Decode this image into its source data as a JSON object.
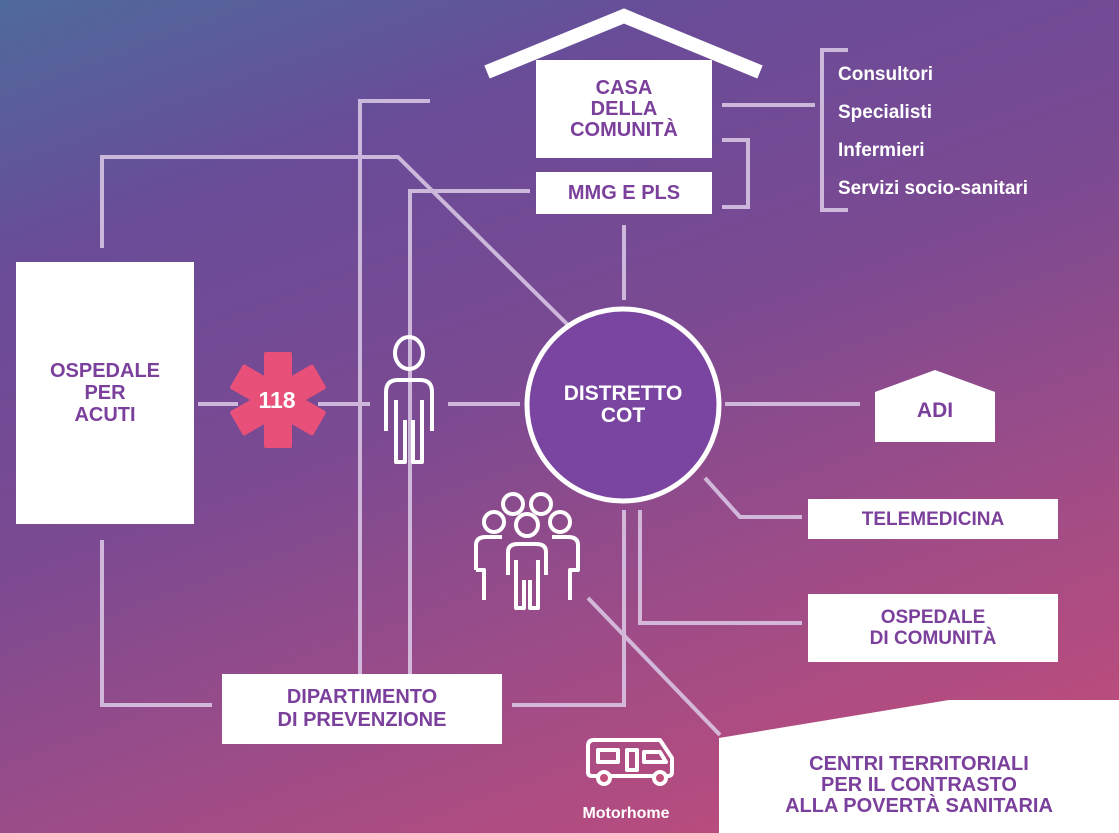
{
  "casa": {
    "line1": "CASA",
    "line2": "DELLA",
    "line3": "COMUNITÀ"
  },
  "mmg": {
    "label": "MMG E PLS"
  },
  "services": {
    "items": [
      {
        "label": "Consultori"
      },
      {
        "label": "Specialisti"
      },
      {
        "label": "Infermieri"
      },
      {
        "label": "Servizi socio-sanitari"
      }
    ]
  },
  "ospedale_acuti": {
    "line1": "OSPEDALE",
    "line2": "PER",
    "line3": "ACUTI"
  },
  "emergency": {
    "label": "118"
  },
  "distretto": {
    "line1": "DISTRETTO",
    "line2": "COT"
  },
  "adi": {
    "label": "ADI"
  },
  "telemedicina": {
    "label": "TELEMEDICINA"
  },
  "ospedale_comunita": {
    "line1": "OSPEDALE",
    "line2": "DI COMUNITÀ"
  },
  "dipartimento": {
    "line1": "DIPARTIMENTO",
    "line2": "DI PREVENZIONE"
  },
  "motorhome": {
    "label": "Motorhome"
  },
  "centri": {
    "line1": "CENTRI TERRITORIALI",
    "line2": "PER IL CONTRASTO",
    "line3": "ALLA POVERTÀ SANITARIA"
  },
  "colors": {
    "accent": "#7b3f9c",
    "emergency": "#e8507a",
    "line": "#d9c6e6",
    "circle": "#7a45a0"
  },
  "icons": [
    "person-icon",
    "group-people-icon",
    "motorhome-icon",
    "star-of-life-icon",
    "house-roof-icon"
  ]
}
